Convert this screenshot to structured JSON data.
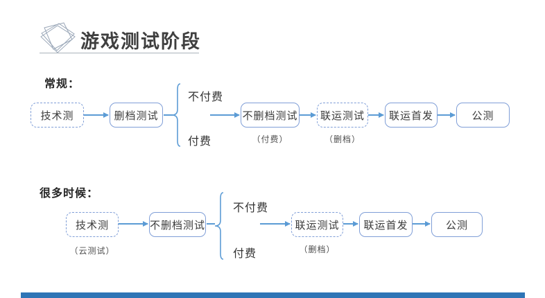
{
  "header": {
    "title": "游戏测试阶段"
  },
  "colors": {
    "accent": "#5b9bd5",
    "box_border": "#7f9ed7",
    "bottom_bar": "#2e75b6"
  },
  "rows": [
    {
      "label": "常规：",
      "branch": {
        "top": "不付费",
        "bottom": "付费"
      },
      "nodes": [
        {
          "label": "技术测",
          "style": "dashed"
        },
        {
          "label": "删档测试",
          "style": "solid"
        },
        {
          "label": "不删档测试",
          "style": "solid",
          "caption": "（付费）"
        },
        {
          "label": "联运测试",
          "style": "dashed",
          "caption": "（删档）"
        },
        {
          "label": "联运首发",
          "style": "solid"
        },
        {
          "label": "公测",
          "style": "solid"
        }
      ]
    },
    {
      "label": "很多时候：",
      "branch": {
        "top": "不付费",
        "bottom": "付费"
      },
      "nodes": [
        {
          "label": "技术测",
          "style": "dashed",
          "caption": "（云测试）"
        },
        {
          "label": "不删档测试",
          "style": "solid"
        },
        {
          "label": "联运测试",
          "style": "dashed",
          "caption": "（删档）"
        },
        {
          "label": "联运首发",
          "style": "solid"
        },
        {
          "label": "公测",
          "style": "solid"
        }
      ]
    }
  ]
}
